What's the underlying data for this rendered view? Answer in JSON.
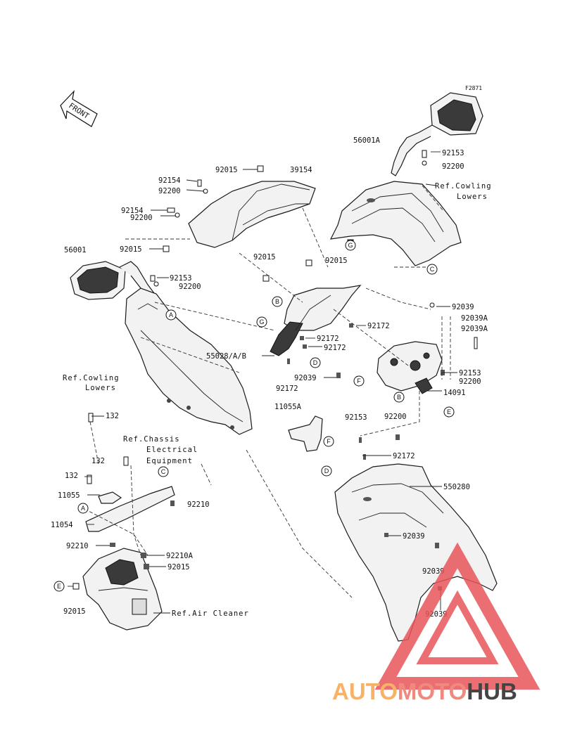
{
  "figure_code": "F2871",
  "front_label": "FRONT",
  "parts": {
    "p56001A": "56001A",
    "p92153_top": "92153",
    "p92200_top": "92200",
    "ref_cowling_lowers_top_1": "Ref.Cowling",
    "ref_cowling_lowers_top_2": "Lowers",
    "p92015_a": "92015",
    "p39154": "39154",
    "p92154_a": "92154",
    "p92200_a": "92200",
    "p92154_b": "92154",
    "p92200_b": "92200",
    "p56001": "56001",
    "p92015_b": "92015",
    "p92015_c": "92015",
    "p92015_d": "92015",
    "p92153_left": "92153",
    "p92200_left": "92200",
    "p92039_a": "92039",
    "p92039A_a": "92039A",
    "p92039A_b": "92039A",
    "p92172_a": "92172",
    "p92172_b": "92172",
    "p92172_c": "92172",
    "p55028": "55028/A/B",
    "p92039_b": "92039",
    "p92172_d": "92172",
    "p92153_right": "92153",
    "p92200_right": "92200",
    "p14091": "14091",
    "ref_cowling_lowers_left_1": "Ref.Cowling",
    "ref_cowling_lowers_left_2": "Lowers",
    "p11055A": "11055A",
    "p132_a": "132",
    "p92153_mid": "92153",
    "p92200_mid": "92200",
    "ref_chassis_1": "Ref.Chassis",
    "ref_chassis_2": "Electrical",
    "ref_chassis_3": "Equipment",
    "p132_b": "132",
    "p92172_e": "92172",
    "p132_c": "132",
    "p11055": "11055",
    "p550280": "550280",
    "p92210": "92210",
    "p11054": "11054",
    "p92039_c": "92039",
    "p92210_b": "92210",
    "p92210A": "92210A",
    "p92015_e": "92015",
    "p92039_d": "92039",
    "p92015_f": "92015",
    "ref_air_cleaner": "Ref.Air Cleaner",
    "p92039_e": "92039"
  },
  "callouts": {
    "A": "A",
    "B": "B",
    "C": "C",
    "D": "D",
    "E": "E",
    "F": "F",
    "G": "G"
  },
  "watermark": {
    "part1": "AUTO",
    "part2": "MOTO",
    "part3": "HUB",
    "color1": "#f7b267",
    "color2": "#f08a7e",
    "color3": "#444444",
    "triangle_color": "#e8555a"
  }
}
